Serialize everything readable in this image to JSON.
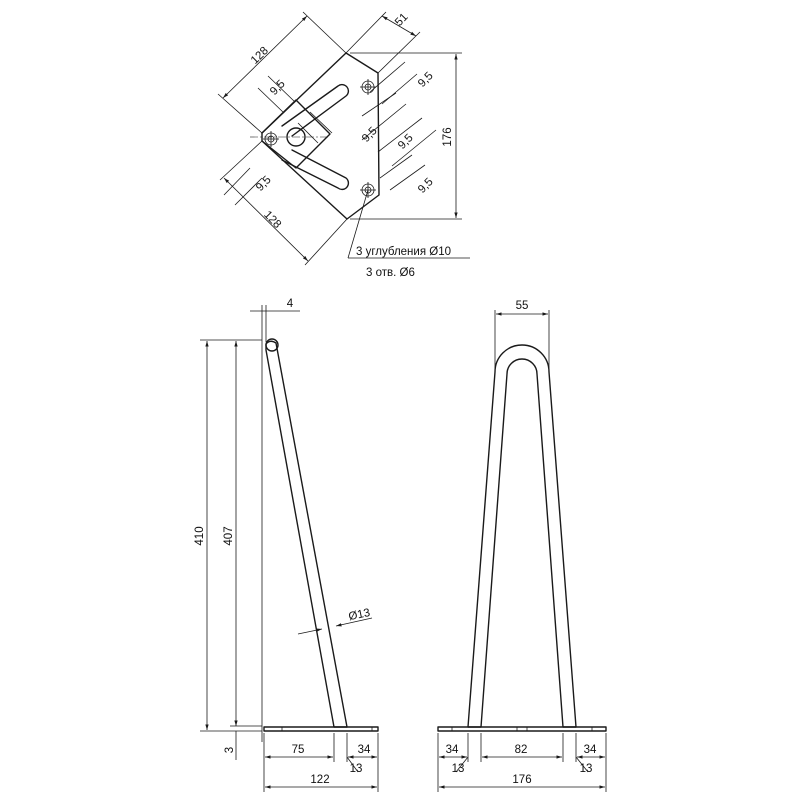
{
  "plan_view": {
    "dim_width_top": "128",
    "dim_width_bottom": "128",
    "dim_corner": "51",
    "dim_height": "176",
    "dim_slot_offset_a": "9,5",
    "dim_slot_offset_b": "9,5",
    "dim_hole_top": "9,5",
    "dim_hole_mid_a": "9,5",
    "dim_hole_mid_b": "9,5",
    "dim_hole_bottom": "9,5",
    "note_recess": "3 углубления Ø10",
    "note_holes": "3 отв. Ø6"
  },
  "side_view": {
    "dim_top_offset": "4",
    "dim_total_height": "410",
    "dim_rod_height": "407",
    "dim_plate_thickness": "3",
    "dim_rod_diameter": "Ø13",
    "dim_base_left": "75",
    "dim_base_right": "34",
    "dim_rod_width": "13",
    "dim_base_total": "122"
  },
  "front_view": {
    "dim_loop_width": "55",
    "dim_left": "34",
    "dim_center": "82",
    "dim_right": "34",
    "dim_rod_left": "13",
    "dim_rod_right": "13",
    "dim_base_total": "176"
  }
}
